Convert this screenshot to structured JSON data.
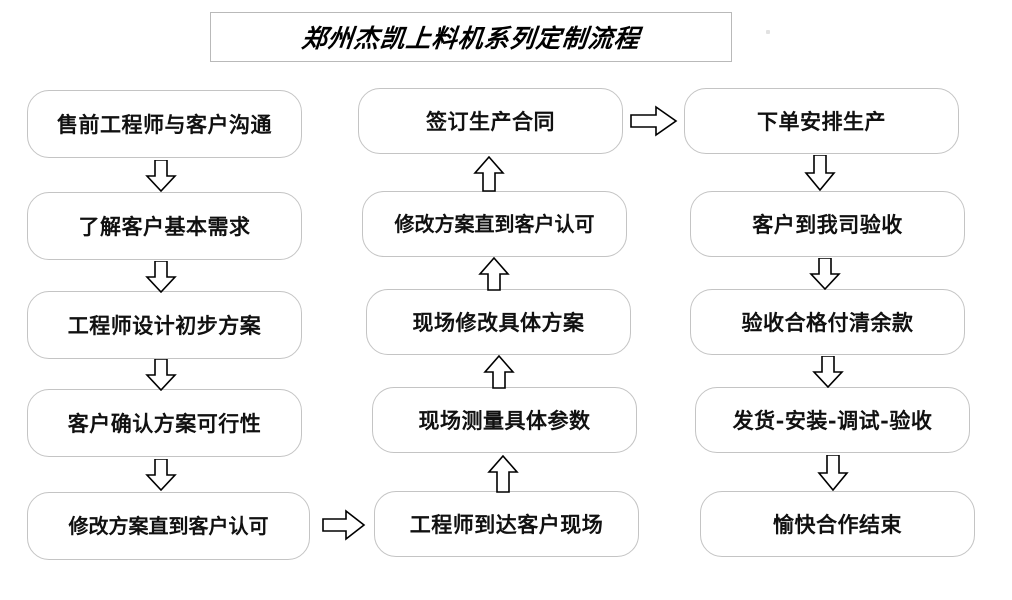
{
  "title": {
    "text": "郑州杰凯上料机系列定制流程"
  },
  "columns": {
    "left": {
      "name": "pre-sales-stage",
      "nodes": [
        {
          "id": "l1",
          "label": "售前工程师与客户沟通"
        },
        {
          "id": "l2",
          "label": "了解客户基本需求"
        },
        {
          "id": "l3",
          "label": "工程师设计初步方案"
        },
        {
          "id": "l4",
          "label": "客户确认方案可行性"
        },
        {
          "id": "l5",
          "label": "修改方案直到客户认可"
        }
      ]
    },
    "middle": {
      "name": "on-site-survey-stage",
      "nodes": [
        {
          "id": "m1",
          "label": "签订生产合同"
        },
        {
          "id": "m2",
          "label": "修改方案直到客户认可"
        },
        {
          "id": "m3",
          "label": "现场修改具体方案"
        },
        {
          "id": "m4",
          "label": "现场测量具体参数"
        },
        {
          "id": "m5",
          "label": "工程师到达客户现场"
        }
      ]
    },
    "right": {
      "name": "production-delivery-stage",
      "nodes": [
        {
          "id": "r1",
          "label": "下单安排生产"
        },
        {
          "id": "r2",
          "label": "客户到我司验收"
        },
        {
          "id": "r3",
          "label": "验收合格付清余款"
        },
        {
          "id": "r4",
          "label": "发货-安装-调试-验收"
        },
        {
          "id": "r5",
          "label": "愉快合作结束"
        }
      ]
    }
  },
  "connectors": {
    "left_down": [
      {
        "from": "l1",
        "to": "l2",
        "direction": "down"
      },
      {
        "from": "l2",
        "to": "l3",
        "direction": "down"
      },
      {
        "from": "l3",
        "to": "l4",
        "direction": "down"
      },
      {
        "from": "l4",
        "to": "l5",
        "direction": "down"
      }
    ],
    "middle_up": [
      {
        "from": "m5",
        "to": "m4",
        "direction": "up"
      },
      {
        "from": "m4",
        "to": "m3",
        "direction": "up"
      },
      {
        "from": "m3",
        "to": "m2",
        "direction": "up"
      },
      {
        "from": "m2",
        "to": "m1",
        "direction": "up"
      }
    ],
    "right_down": [
      {
        "from": "r1",
        "to": "r2",
        "direction": "down"
      },
      {
        "from": "r2",
        "to": "r3",
        "direction": "down"
      },
      {
        "from": "r3",
        "to": "r4",
        "direction": "down"
      },
      {
        "from": "r4",
        "to": "r5",
        "direction": "down"
      }
    ],
    "horizontal": [
      {
        "from": "l5",
        "to": "m5",
        "direction": "right"
      },
      {
        "from": "m1",
        "to": "r1",
        "direction": "right"
      }
    ]
  },
  "style": {
    "box_border_color": "#c4c4c4",
    "title_border_color": "#b9b9b9",
    "text_color": "#111111",
    "arrow_stroke": "#000000",
    "background": "#ffffff"
  }
}
